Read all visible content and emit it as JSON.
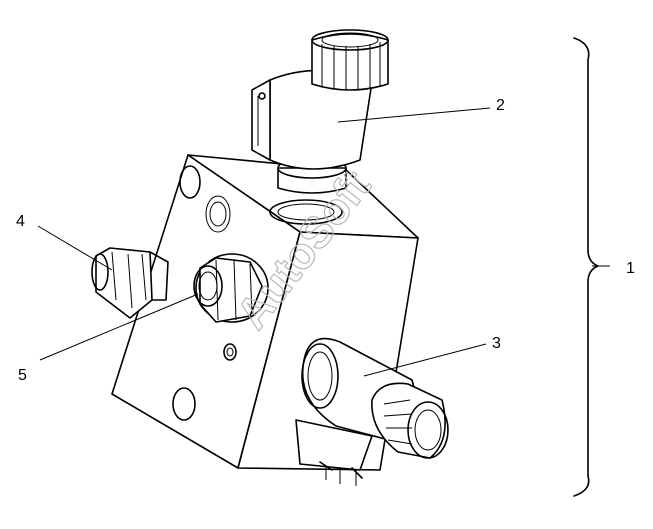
{
  "watermark": "AutoSoft",
  "callouts": [
    {
      "id": "1"
    },
    {
      "id": "2"
    },
    {
      "id": "3"
    },
    {
      "id": "4"
    },
    {
      "id": "5"
    }
  ]
}
